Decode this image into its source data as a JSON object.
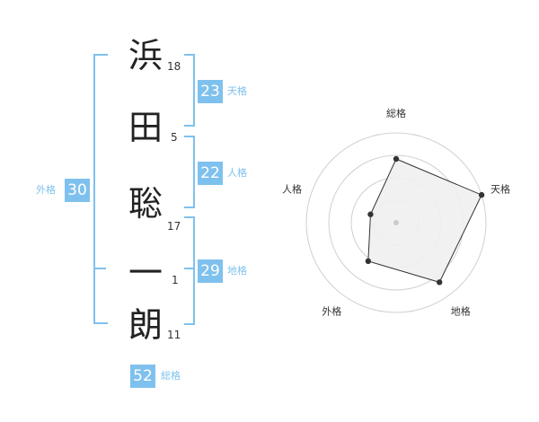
{
  "name": {
    "chars": [
      {
        "char": "浜",
        "strokes": "18"
      },
      {
        "char": "田",
        "strokes": "5"
      },
      {
        "char": "聡",
        "strokes": "17"
      },
      {
        "char": "一",
        "strokes": "1"
      },
      {
        "char": "朗",
        "strokes": "11"
      }
    ]
  },
  "fortunes": {
    "tenkaku": {
      "value": "23",
      "label": "天格"
    },
    "jinkaku": {
      "value": "22",
      "label": "人格"
    },
    "chikaku": {
      "value": "29",
      "label": "地格"
    },
    "gaikaku": {
      "value": "30",
      "label": "外格"
    },
    "soukaku": {
      "value": "52",
      "label": "総格"
    }
  },
  "colors": {
    "accent": "#7fc1ee",
    "radar_fill": "#f0f0f0",
    "radar_line": "#333333",
    "ring": "#d0d0d0"
  },
  "chart_data": {
    "type": "radar",
    "axes": [
      "総格",
      "天格",
      "地格",
      "外格",
      "人格"
    ],
    "values": [
      0.71,
      1.0,
      0.82,
      0.53,
      0.3
    ],
    "rings": 4,
    "center_dot": true
  }
}
